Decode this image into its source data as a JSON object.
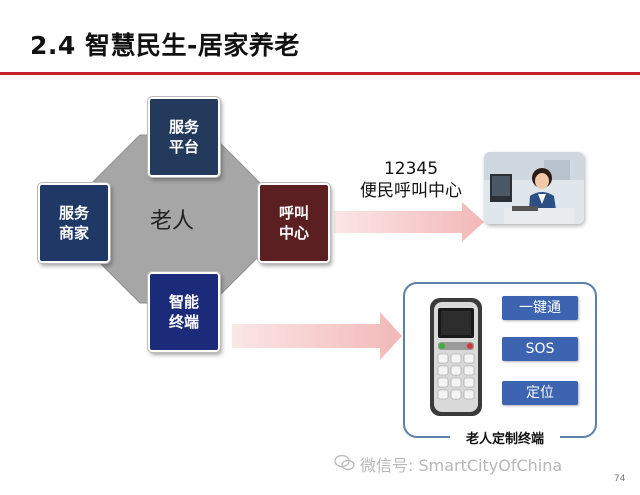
{
  "slide": {
    "title": "2.4 智慧民生-居家养老",
    "page_number": "74"
  },
  "diagram": {
    "center_label": "老人",
    "nodes": {
      "top": {
        "line1": "服务",
        "line2": "平台",
        "color": "#243a5c"
      },
      "left": {
        "line1": "服务",
        "line2": "商家",
        "color": "#1f3865"
      },
      "right": {
        "line1": "呼叫",
        "line2": "中心",
        "color": "#5b1f22"
      },
      "bottom": {
        "line1": "智能",
        "line2": "终端",
        "color": "#1c2a7a"
      }
    },
    "hotline": {
      "number": "12345",
      "name": "便民呼叫中心"
    },
    "device": {
      "features": [
        "一键通",
        "SOS",
        "定位"
      ],
      "caption": "老人定制终端"
    }
  },
  "watermark": {
    "text": "微信号: SmartCityOfChina"
  },
  "colors": {
    "accent_red": "#c8202a",
    "diamond_gray": "#a6a6a6",
    "arrow_pink": "#f4c2c2",
    "feature_blue": "#3c64b0",
    "panel_border": "#5a7fa8"
  }
}
